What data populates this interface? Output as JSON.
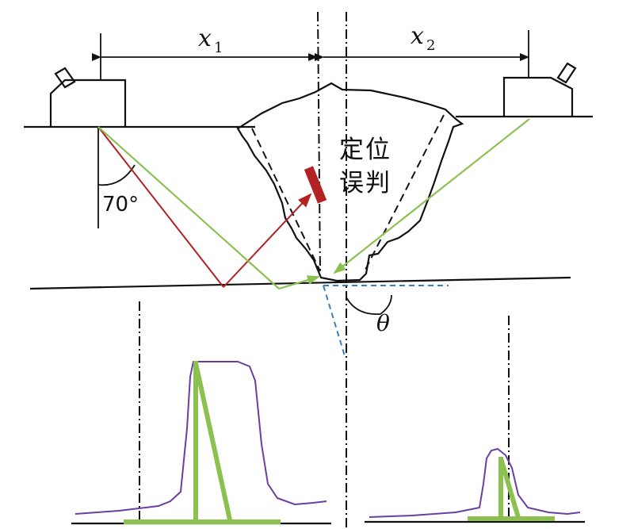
{
  "labels": {
    "x1_main": "x",
    "x1_sub": "1",
    "x2_main": "x",
    "x2_sub": "2",
    "probe_angle": "70°",
    "weld_angle": "θ",
    "misjudgment_line1": "定位",
    "misjudgment_line2": "误判"
  },
  "colors": {
    "outline": "#111111",
    "sound_path_left_red": "#b22222",
    "sound_path_green": "#8cc152",
    "waveform_purple": "#6a3fa0",
    "fusion_line_blue": "#3a7fb6",
    "defect_indicator": "#b22222"
  },
  "icons": {
    "left_probe": "ultrasonic-probe-icon",
    "right_probe": "ultrasonic-probe-icon",
    "defect": "defect-marker-icon"
  }
}
